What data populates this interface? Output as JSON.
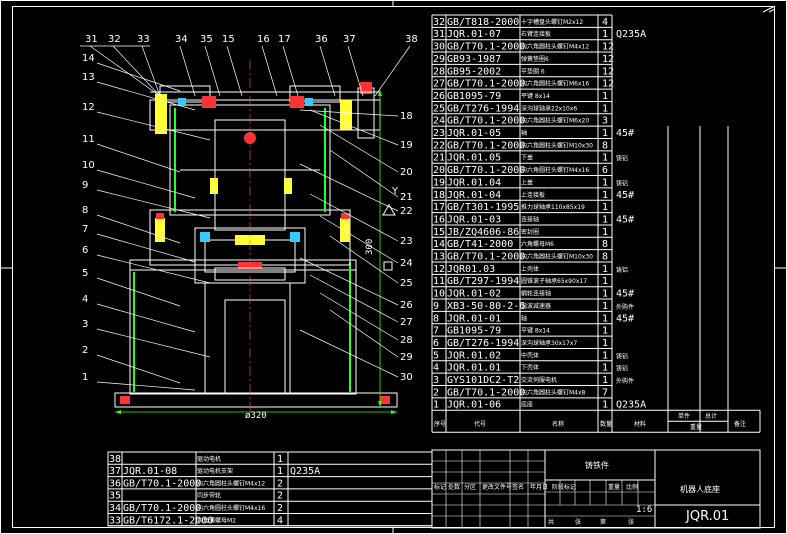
{
  "parts_upper": [
    {
      "no": "32",
      "code": "GB/T818-2000",
      "name": "十字槽盘头螺钉M2x12",
      "qty": "4",
      "mat": ""
    },
    {
      "no": "31",
      "code": "JQR.01-07",
      "name": "右臂连接板",
      "qty": "1",
      "mat": "Q235A"
    },
    {
      "no": "30",
      "code": "GB/T70.1-2000",
      "name": "内六角圆柱头螺钉M4x12",
      "qty": "12",
      "mat": ""
    },
    {
      "no": "29",
      "code": "GB93-1987",
      "name": "弹簧垫圈6",
      "qty": "12",
      "mat": ""
    },
    {
      "no": "28",
      "code": "GB95-2002",
      "name": "平垫圈 6",
      "qty": "12",
      "mat": ""
    },
    {
      "no": "27",
      "code": "GB/T70.1-2000",
      "name": "内六角圆柱头螺钉M6x16",
      "qty": "12",
      "mat": ""
    },
    {
      "no": "26",
      "code": "GB1095-79",
      "name": "平键 8x14",
      "qty": "1",
      "mat": ""
    },
    {
      "no": "25",
      "code": "GB/T276-1994",
      "name": "深沟球轴承22x10x6",
      "qty": "1",
      "mat": ""
    },
    {
      "no": "24",
      "code": "GB/T70.1-2000",
      "name": "内六角圆柱头螺钉M6x20",
      "qty": "3",
      "mat": ""
    },
    {
      "no": "23",
      "code": "JQR.01-05",
      "name": "轴",
      "qty": "1",
      "mat": "45#"
    },
    {
      "no": "22",
      "code": "GB/T70.1-2000",
      "name": "内六角圆柱头螺钉M10x30",
      "qty": "8",
      "mat": ""
    },
    {
      "no": "21",
      "code": "JQR.01.05",
      "name": "下盖",
      "qty": "1",
      "mat": "铸铝"
    },
    {
      "no": "20",
      "code": "GB/T70.1-2000",
      "name": "内六角圆柱头螺钉M4x16",
      "qty": "6",
      "mat": ""
    },
    {
      "no": "19",
      "code": "JQR.01.04",
      "name": "上盖",
      "qty": "1",
      "mat": "铸铝"
    },
    {
      "no": "18",
      "code": "JQR.01-04",
      "name": "上连接板",
      "qty": "1",
      "mat": "45#"
    },
    {
      "no": "17",
      "code": "GB/T301-1995",
      "name": "推力球轴承110x85x19",
      "qty": "1",
      "mat": ""
    },
    {
      "no": "16",
      "code": "JQR.01-03",
      "name": "连接轴",
      "qty": "1",
      "mat": "45#"
    },
    {
      "no": "15",
      "code": "JB/ZQ4606-86",
      "name": "密封圈",
      "qty": "1",
      "mat": ""
    },
    {
      "no": "14",
      "code": "GB/T41-2000",
      "name": "六角螺母M6",
      "qty": "8",
      "mat": ""
    },
    {
      "no": "13",
      "code": "GB/T70.1-2000",
      "name": "内六角圆柱头螺钉M10x30",
      "qty": "8",
      "mat": ""
    },
    {
      "no": "12",
      "code": "JQR01.03",
      "name": "上壳体",
      "qty": "1",
      "mat": "铸铝"
    },
    {
      "no": "11",
      "code": "GB/T297-1994",
      "name": "圆锥滚子轴承65x90x17",
      "qty": "1",
      "mat": ""
    },
    {
      "no": "10",
      "code": "JQR.01-02",
      "name": "蜗轮连接轴",
      "qty": "1",
      "mat": "45#"
    },
    {
      "no": "9",
      "code": "XB3-50-80-2-6",
      "name": "谐波减速器",
      "qty": "1",
      "mat": "外购件"
    },
    {
      "no": "8",
      "code": "JQR.01-01",
      "name": "轴",
      "qty": "1",
      "mat": "45#"
    },
    {
      "no": "7",
      "code": "GB1095-79",
      "name": "平键 8x14",
      "qty": "1",
      "mat": ""
    },
    {
      "no": "6",
      "code": "GB/T276-1994",
      "name": "深沟球轴承30x17x7",
      "qty": "1",
      "mat": ""
    },
    {
      "no": "5",
      "code": "JQR.01.02",
      "name": "中壳体",
      "qty": "1",
      "mat": "铸铝"
    },
    {
      "no": "4",
      "code": "JQR.01.01",
      "name": "下壳体",
      "qty": "1",
      "mat": "铸铝"
    },
    {
      "no": "3",
      "code": "GYS101DC2-T2",
      "name": "交流伺服电机",
      "qty": "1",
      "mat": "外购件"
    },
    {
      "no": "2",
      "code": "GB/T70.1-2000",
      "name": "内六角圆柱头螺钉M4x8",
      "qty": "7",
      "mat": ""
    },
    {
      "no": "1",
      "code": "JQR.01-06",
      "name": "底座",
      "qty": "1",
      "mat": "Q235A"
    }
  ],
  "parts_lower": [
    {
      "no": "38",
      "code": "",
      "name": "驱动电机",
      "qty": "1",
      "mat": ""
    },
    {
      "no": "37",
      "code": "JQR.01-08",
      "name": "驱动电机支架",
      "qty": "1",
      "mat": "Q235A"
    },
    {
      "no": "36",
      "code": "GB/T70.1-2000",
      "name": "内六角圆柱头螺钉M4x12",
      "qty": "2",
      "mat": ""
    },
    {
      "no": "35",
      "code": "",
      "name": "同步带轮",
      "qty": "2",
      "mat": ""
    },
    {
      "no": "34",
      "code": "GB/T70.1-2000",
      "name": "内六角圆柱头螺钉M4x16",
      "qty": "2",
      "mat": ""
    },
    {
      "no": "33",
      "code": "GB/T6172.1-2000",
      "name": "六角薄螺母M2",
      "qty": "4",
      "mat": ""
    }
  ],
  "bom_header": {
    "no": "序号",
    "code": "代号",
    "name": "名称",
    "qty": "数量",
    "mat": "材料",
    "unit": "单件",
    "total": "总计",
    "weight": "重量",
    "remark": "备注"
  },
  "title_block": {
    "material": "铸铁件",
    "drawing_name": "机器人底座",
    "drawing_no": "JQR.01",
    "cells": [
      "标记",
      "处数",
      "分区",
      "更改文件号",
      "签名",
      "年月日",
      "阶段标记",
      "重量",
      "比例",
      "1:6",
      "共",
      "张",
      "第",
      "张"
    ]
  },
  "drawing": {
    "width_dim": "ø320",
    "height_dim": "300",
    "section_mark": "Y",
    "balloons_top": [
      "31",
      "32",
      "33",
      "34",
      "35",
      "15",
      "16",
      "17",
      "36",
      "37",
      "38"
    ],
    "balloons_left": [
      "14",
      "13",
      "12",
      "11",
      "10",
      "9",
      "8",
      "7",
      "6",
      "5",
      "4",
      "3",
      "2",
      "1"
    ],
    "balloons_right": [
      "18",
      "19",
      "20",
      "21",
      "22",
      "23",
      "24",
      "25",
      "26",
      "27",
      "28",
      "29",
      "30"
    ]
  }
}
